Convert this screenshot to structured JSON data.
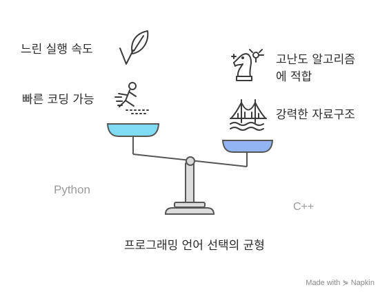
{
  "left_side": {
    "language": "Python",
    "traits": [
      "느린 실행 속도",
      "빠른 코딩 가능"
    ],
    "pan_color": "#7fdcf3"
  },
  "right_side": {
    "language": "C++",
    "traits": [
      "고난도 알고리즘 에 적합",
      "강력한 자료구조"
    ],
    "algo_line1": "고난도 알고리즘",
    "algo_line2": "에 적합",
    "pan_color": "#93b4f2"
  },
  "title": "프로그래밍 언어 선택의 균형",
  "footer": "Made with ⋟ Napkin",
  "icons": {
    "slow_speed": "leaf-icon",
    "fast_coding": "sprinter-icon",
    "algorithm": "chess-knight-icon",
    "data_structure": "bridge-icon"
  }
}
